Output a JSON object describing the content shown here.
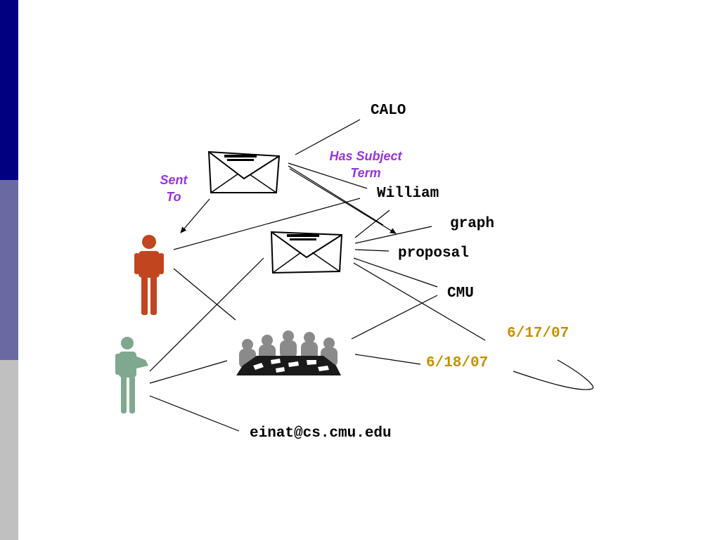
{
  "colors": {
    "sidebar_top": "#000080",
    "sidebar_mid": "#6a6aa3",
    "sidebar_bottom": "#c0c0c0",
    "relation_label": "#9933dd",
    "date": "#c49000",
    "person_1": "#c1461f",
    "person_2": "#7fa88f",
    "lines": "#000000"
  },
  "labels": {
    "has_subject_term": [
      "Has Subject",
      "Term"
    ],
    "sent_to": [
      "Sent",
      "To"
    ]
  },
  "terms": {
    "calo": "CALO",
    "william": "William",
    "graph": "graph",
    "proposal": "proposal",
    "cmu": "CMU",
    "email": "einat@cs.cmu.edu"
  },
  "dates": {
    "d1": "6/17/07",
    "d2": "6/18/07"
  },
  "icons": {
    "email_1": "envelope-icon",
    "email_2": "envelope-icon",
    "person_1": "person-icon",
    "person_2": "person-presenting-icon",
    "meeting": "meeting-icon"
  }
}
